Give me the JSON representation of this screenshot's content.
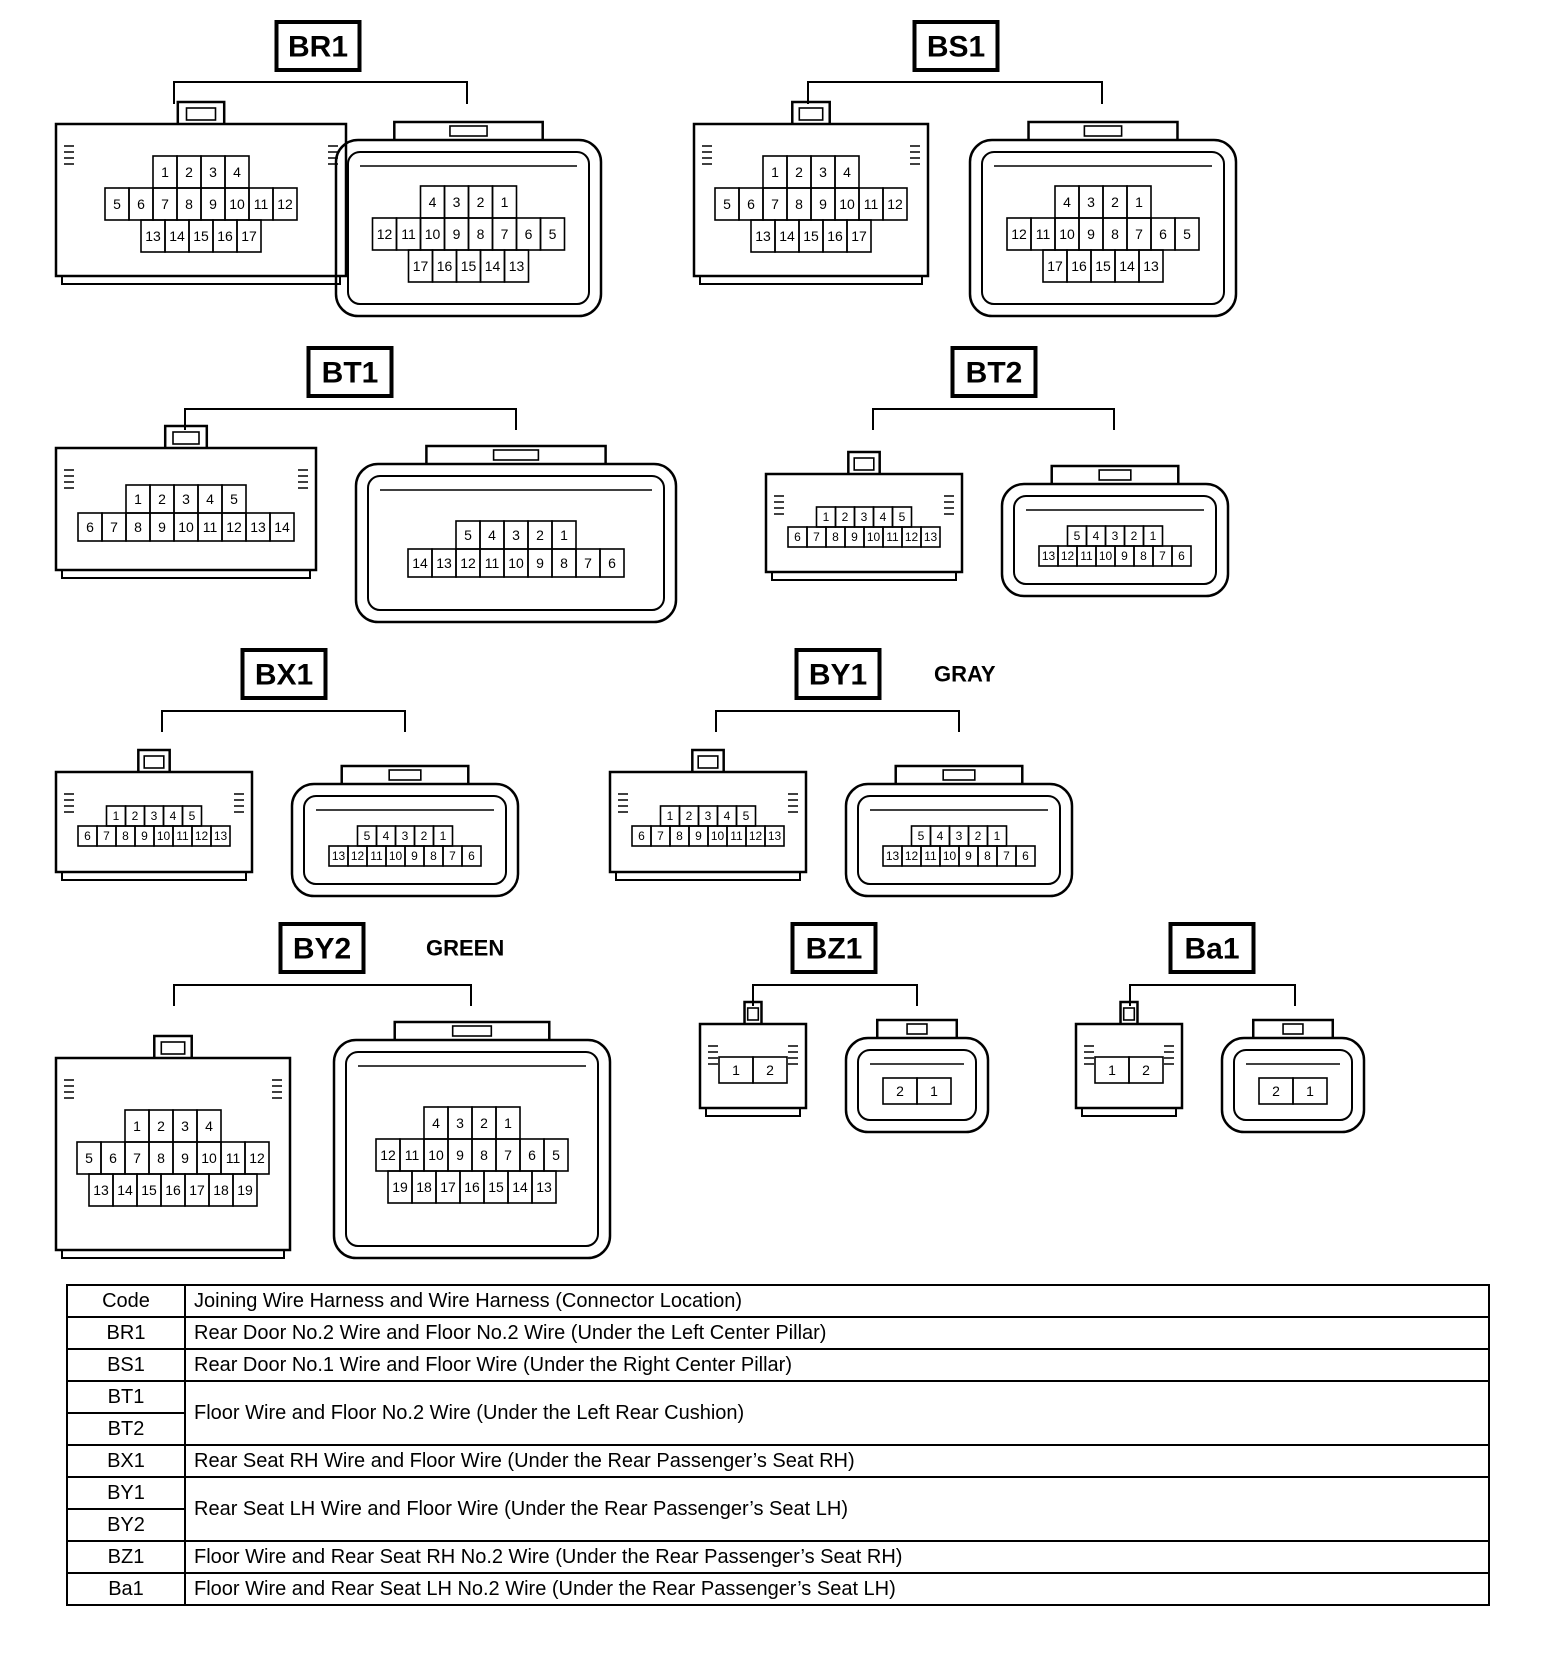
{
  "connectors": [
    {
      "code": "BR1",
      "extra": "",
      "kind": "big",
      "female_rows": [
        [
          "1",
          "2",
          "3",
          "4"
        ],
        [
          "5",
          "6",
          "7",
          "8",
          "9",
          "10",
          "11",
          "12"
        ],
        [
          "13",
          "14",
          "15",
          "16",
          "17"
        ]
      ],
      "male_rows": [
        [
          "4",
          "3",
          "2",
          "1"
        ],
        [
          "12",
          "11",
          "10",
          "9",
          "8",
          "7",
          "6",
          "5"
        ],
        [
          "17",
          "16",
          "15",
          "14",
          "13"
        ]
      ]
    },
    {
      "code": "BS1",
      "extra": "",
      "kind": "big",
      "female_rows": [
        [
          "1",
          "2",
          "3",
          "4"
        ],
        [
          "5",
          "6",
          "7",
          "8",
          "9",
          "10",
          "11",
          "12"
        ],
        [
          "13",
          "14",
          "15",
          "16",
          "17"
        ]
      ],
      "male_rows": [
        [
          "4",
          "3",
          "2",
          "1"
        ],
        [
          "12",
          "11",
          "10",
          "9",
          "8",
          "7",
          "6",
          "5"
        ],
        [
          "17",
          "16",
          "15",
          "14",
          "13"
        ]
      ]
    },
    {
      "code": "BT1",
      "extra": "",
      "kind": "wide",
      "female_rows": [
        [
          "1",
          "2",
          "3",
          "4",
          "5"
        ],
        [
          "6",
          "7",
          "8",
          "9",
          "10",
          "11",
          "12",
          "13",
          "14"
        ]
      ],
      "male_rows": [
        [
          "5",
          "4",
          "3",
          "2",
          "1"
        ],
        [
          "14",
          "13",
          "12",
          "11",
          "10",
          "9",
          "8",
          "7",
          "6"
        ]
      ]
    },
    {
      "code": "BT2",
      "extra": "",
      "kind": "small",
      "female_rows": [
        [
          "1",
          "2",
          "3",
          "4",
          "5"
        ],
        [
          "6",
          "7",
          "8",
          "9",
          "10",
          "11",
          "12",
          "13"
        ]
      ],
      "male_rows": [
        [
          "5",
          "4",
          "3",
          "2",
          "1"
        ],
        [
          "13",
          "12",
          "11",
          "10",
          "9",
          "8",
          "7",
          "6"
        ]
      ]
    },
    {
      "code": "BX1",
      "extra": "",
      "kind": "small",
      "female_rows": [
        [
          "1",
          "2",
          "3",
          "4",
          "5"
        ],
        [
          "6",
          "7",
          "8",
          "9",
          "10",
          "11",
          "12",
          "13"
        ]
      ],
      "male_rows": [
        [
          "5",
          "4",
          "3",
          "2",
          "1"
        ],
        [
          "13",
          "12",
          "11",
          "10",
          "9",
          "8",
          "7",
          "6"
        ]
      ]
    },
    {
      "code": "BY1",
      "extra": "GRAY",
      "kind": "small",
      "female_rows": [
        [
          "1",
          "2",
          "3",
          "4",
          "5"
        ],
        [
          "6",
          "7",
          "8",
          "9",
          "10",
          "11",
          "12",
          "13"
        ]
      ],
      "male_rows": [
        [
          "5",
          "4",
          "3",
          "2",
          "1"
        ],
        [
          "13",
          "12",
          "11",
          "10",
          "9",
          "8",
          "7",
          "6"
        ]
      ]
    },
    {
      "code": "BY2",
      "extra": "GREEN",
      "kind": "big",
      "female_rows": [
        [
          "1",
          "2",
          "3",
          "4"
        ],
        [
          "5",
          "6",
          "7",
          "8",
          "9",
          "10",
          "11",
          "12"
        ],
        [
          "13",
          "14",
          "15",
          "16",
          "17",
          "18",
          "19"
        ]
      ],
      "male_rows": [
        [
          "4",
          "3",
          "2",
          "1"
        ],
        [
          "12",
          "11",
          "10",
          "9",
          "8",
          "7",
          "6",
          "5"
        ],
        [
          "19",
          "18",
          "17",
          "16",
          "15",
          "14",
          "13"
        ]
      ]
    },
    {
      "code": "BZ1",
      "extra": "",
      "kind": "tiny",
      "female_rows": [
        [
          "1",
          "2"
        ]
      ],
      "male_rows": [
        [
          "2",
          "1"
        ]
      ]
    },
    {
      "code": "Ba1",
      "extra": "",
      "kind": "tiny",
      "female_rows": [
        [
          "1",
          "2"
        ]
      ],
      "male_rows": [
        [
          "2",
          "1"
        ]
      ]
    }
  ],
  "table": {
    "header": {
      "code": "Code",
      "desc": "Joining Wire Harness and Wire Harness (Connector Location)"
    },
    "groups": [
      {
        "codes": [
          "BR1"
        ],
        "desc": "Rear Door No.2 Wire and Floor No.2 Wire (Under the Left Center Pillar)"
      },
      {
        "codes": [
          "BS1"
        ],
        "desc": "Rear Door No.1 Wire and Floor Wire (Under the Right Center Pillar)"
      },
      {
        "codes": [
          "BT1",
          "BT2"
        ],
        "desc": "Floor Wire and Floor No.2 Wire (Under the Left Rear Cushion)"
      },
      {
        "codes": [
          "BX1"
        ],
        "desc": "Rear Seat RH Wire and Floor Wire (Under the Rear Passenger’s Seat RH)"
      },
      {
        "codes": [
          "BY1",
          "BY2"
        ],
        "desc": "Rear Seat LH Wire and Floor Wire (Under the Rear Passenger’s Seat LH)"
      },
      {
        "codes": [
          "BZ1"
        ],
        "desc": "Floor Wire and Rear Seat RH No.2 Wire (Under the Rear Passenger’s Seat RH)"
      },
      {
        "codes": [
          "Ba1"
        ],
        "desc": "Floor Wire and Rear Seat LH No.2 Wire (Under the Rear Passenger’s Seat LH)"
      }
    ]
  }
}
